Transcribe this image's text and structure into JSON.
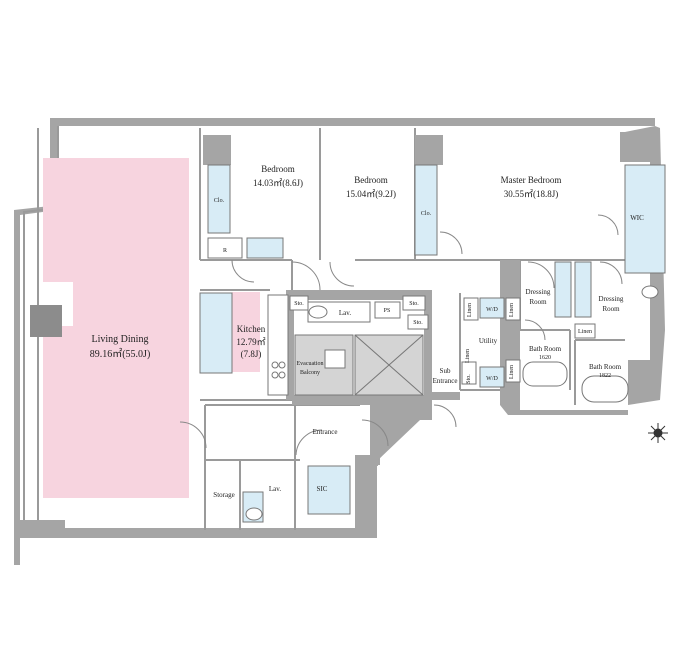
{
  "rooms": {
    "living_dining": {
      "name": "Living Dining",
      "area": "89.16㎡(55.0J)"
    },
    "kitchen": {
      "name": "Kitchen",
      "area": "12.79㎡",
      "jo": "(7.8J)"
    },
    "bedroom1": {
      "name": "Bedroom",
      "area": "14.03㎡(8.6J)"
    },
    "bedroom2": {
      "name": "Bedroom",
      "area": "15.04㎡(9.2J)"
    },
    "master_bedroom": {
      "name": "Master Bedroom",
      "area": "30.55㎡(18.8J)"
    },
    "wic": "WIC",
    "dressing_room1": {
      "line1": "Dressing",
      "line2": "Room"
    },
    "dressing_room2": {
      "line1": "Dressing",
      "line2": "Room"
    },
    "bath_room1": {
      "name": "Bath Room",
      "size": "1620"
    },
    "bath_room2": {
      "name": "Bath Room",
      "size": "1822"
    },
    "utility": "Utility",
    "sub_entrance": {
      "line1": "Sub",
      "line2": "Entrance"
    },
    "entrance": "Entrance",
    "storage": "Storage",
    "lav1": "Lav.",
    "lav2": "Lav.",
    "sic": "SIC",
    "evacuation_balcony": {
      "line1": "Evacuation",
      "line2": "Balcony"
    },
    "ps": "PS",
    "r": "R",
    "clo1": "Clo.",
    "clo2": "Clo.",
    "sto1": "Sto.",
    "sto2": "Sto.",
    "sto3": "Sto.",
    "sto4": "Sto.",
    "linen1": "Linen",
    "linen2": "Linen",
    "linen3": "Linen",
    "linen4": "Linen",
    "linen5": "Linen",
    "wd1": "W/D",
    "wd2": "W/D"
  },
  "colors": {
    "wall": "#a5a5a5",
    "living_highlight": "#f7d4df",
    "closet_blue": "#d8ecf6",
    "core_gray": "#d4d4d4"
  },
  "icons": {
    "compass": "compass-rose-icon"
  }
}
